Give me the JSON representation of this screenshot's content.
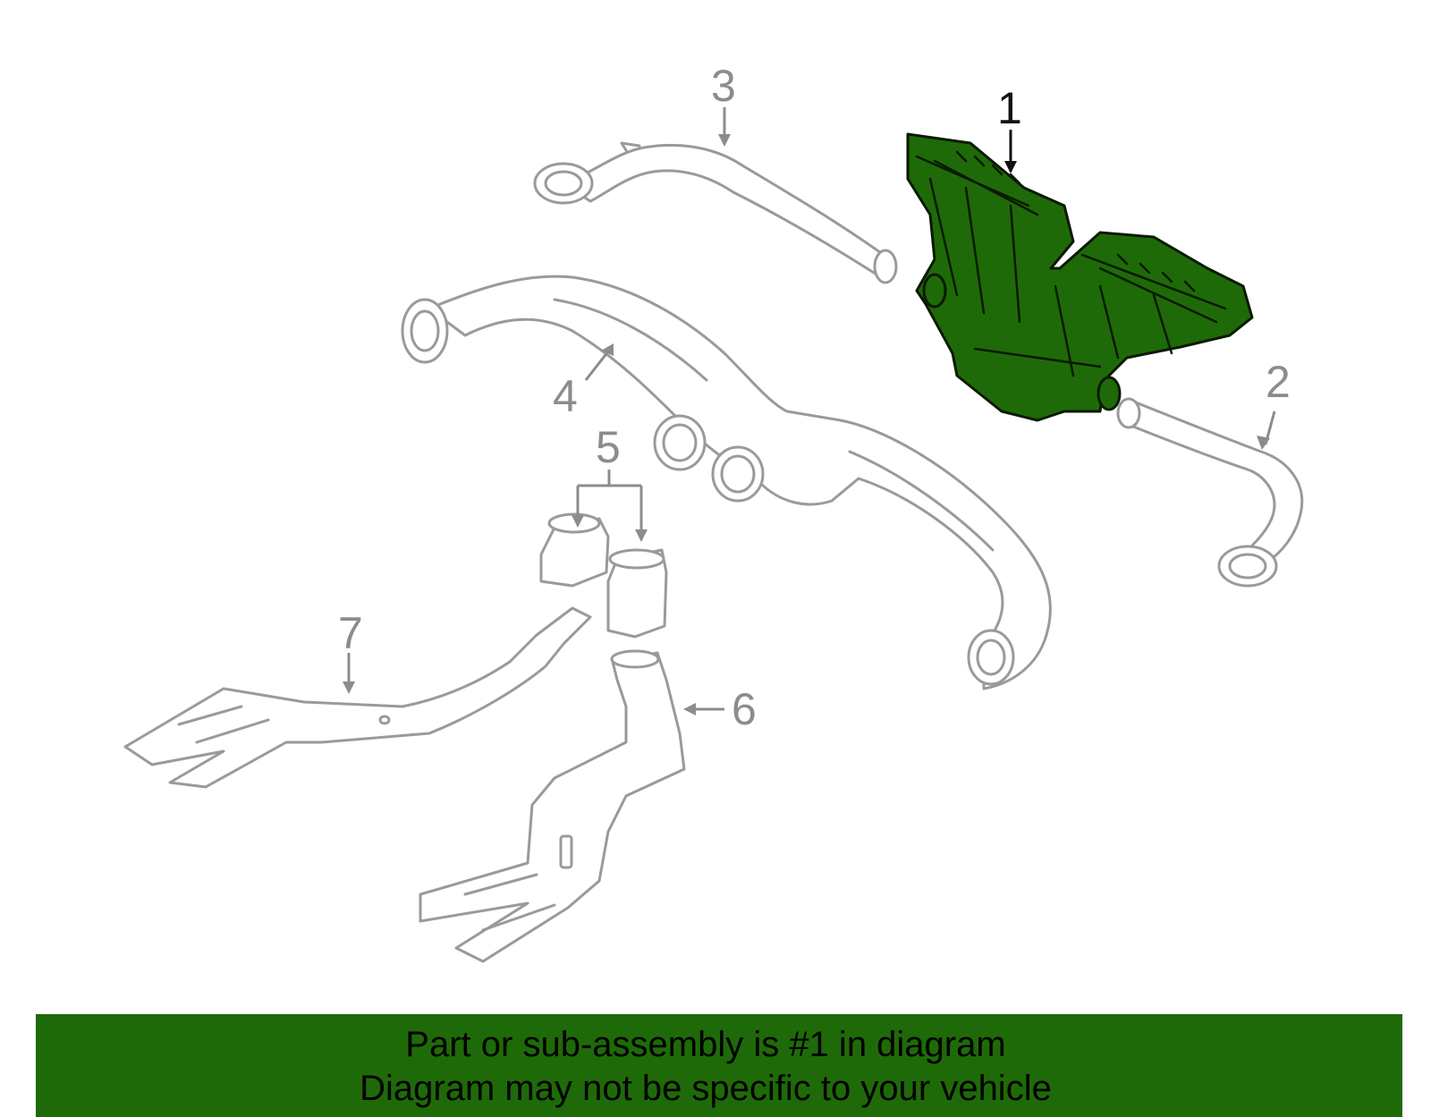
{
  "diagram": {
    "callouts": [
      {
        "label": "1",
        "highlighted": true
      },
      {
        "label": "2",
        "highlighted": false
      },
      {
        "label": "3",
        "highlighted": false
      },
      {
        "label": "4",
        "highlighted": false
      },
      {
        "label": "5",
        "highlighted": false
      },
      {
        "label": "6",
        "highlighted": false
      },
      {
        "label": "7",
        "highlighted": false
      }
    ],
    "colors": {
      "highlight_fill": "#1f6a08",
      "part_outline": "#9a9a9a",
      "callout_text": "#8c8c8c",
      "banner_background": "#1f6a08"
    }
  },
  "banner": {
    "line1": "Part or sub-assembly is #1 in diagram",
    "line2": "Diagram may not be specific to your vehicle"
  }
}
